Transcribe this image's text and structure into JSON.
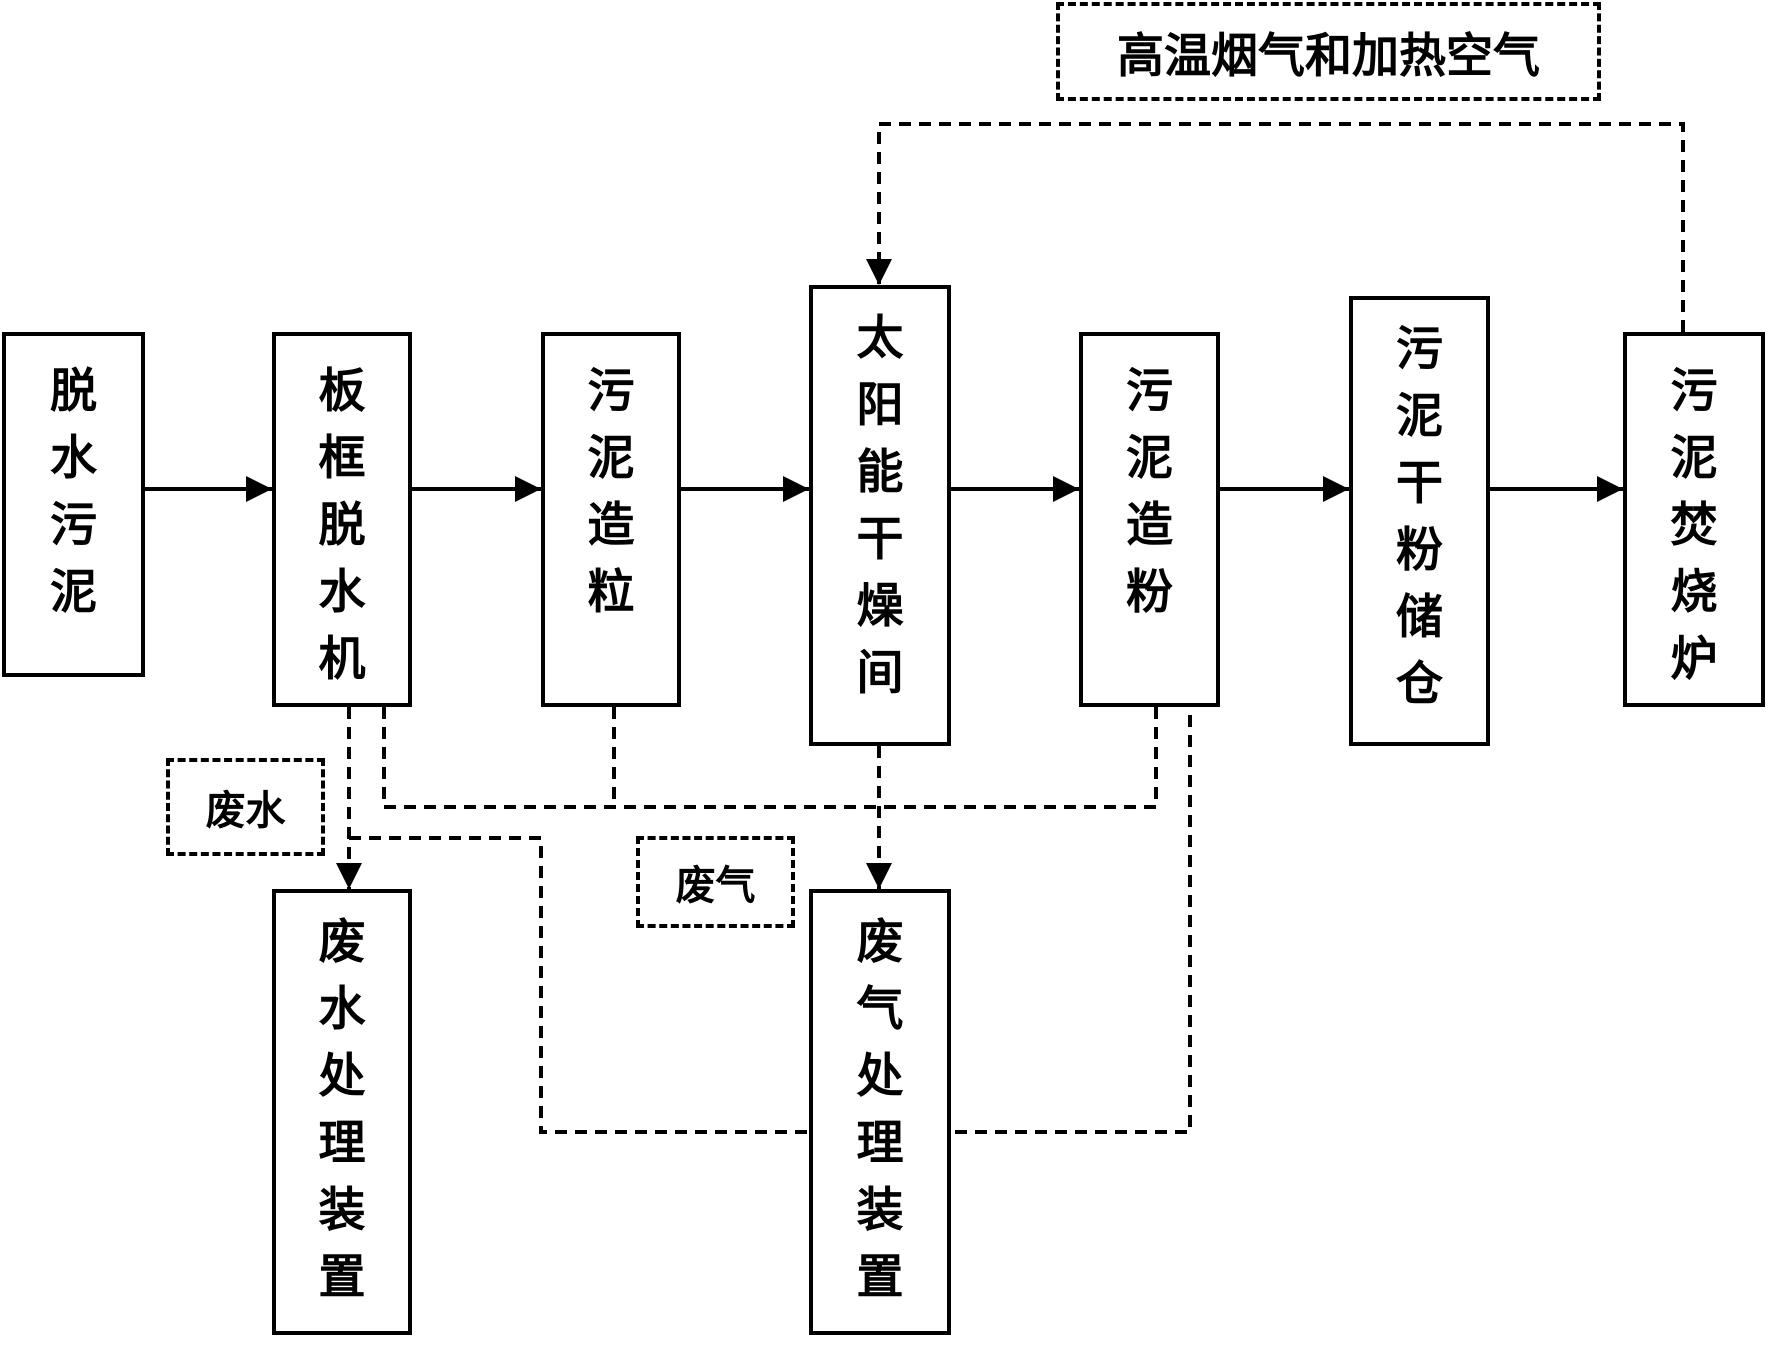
{
  "nodes": {
    "dewatered_sludge": "脱水污泥",
    "plate_frame_press": "板框脱水机",
    "sludge_granulation": "污泥造粒",
    "solar_drying_room": "太阳能干燥间",
    "sludge_powdering": "污泥造粉",
    "dry_powder_silo": "污泥干粉储仓",
    "sludge_incinerator": "污泥焚烧炉",
    "wastewater_treatment": "废水处理装置",
    "exhaust_treatment": "废气处理装置"
  },
  "labels": {
    "flue_gas": "高温烟气和加热空气",
    "wastewater": "废水",
    "exhaust": "废气"
  },
  "colors": {
    "line": "#000000",
    "background": "#ffffff"
  }
}
